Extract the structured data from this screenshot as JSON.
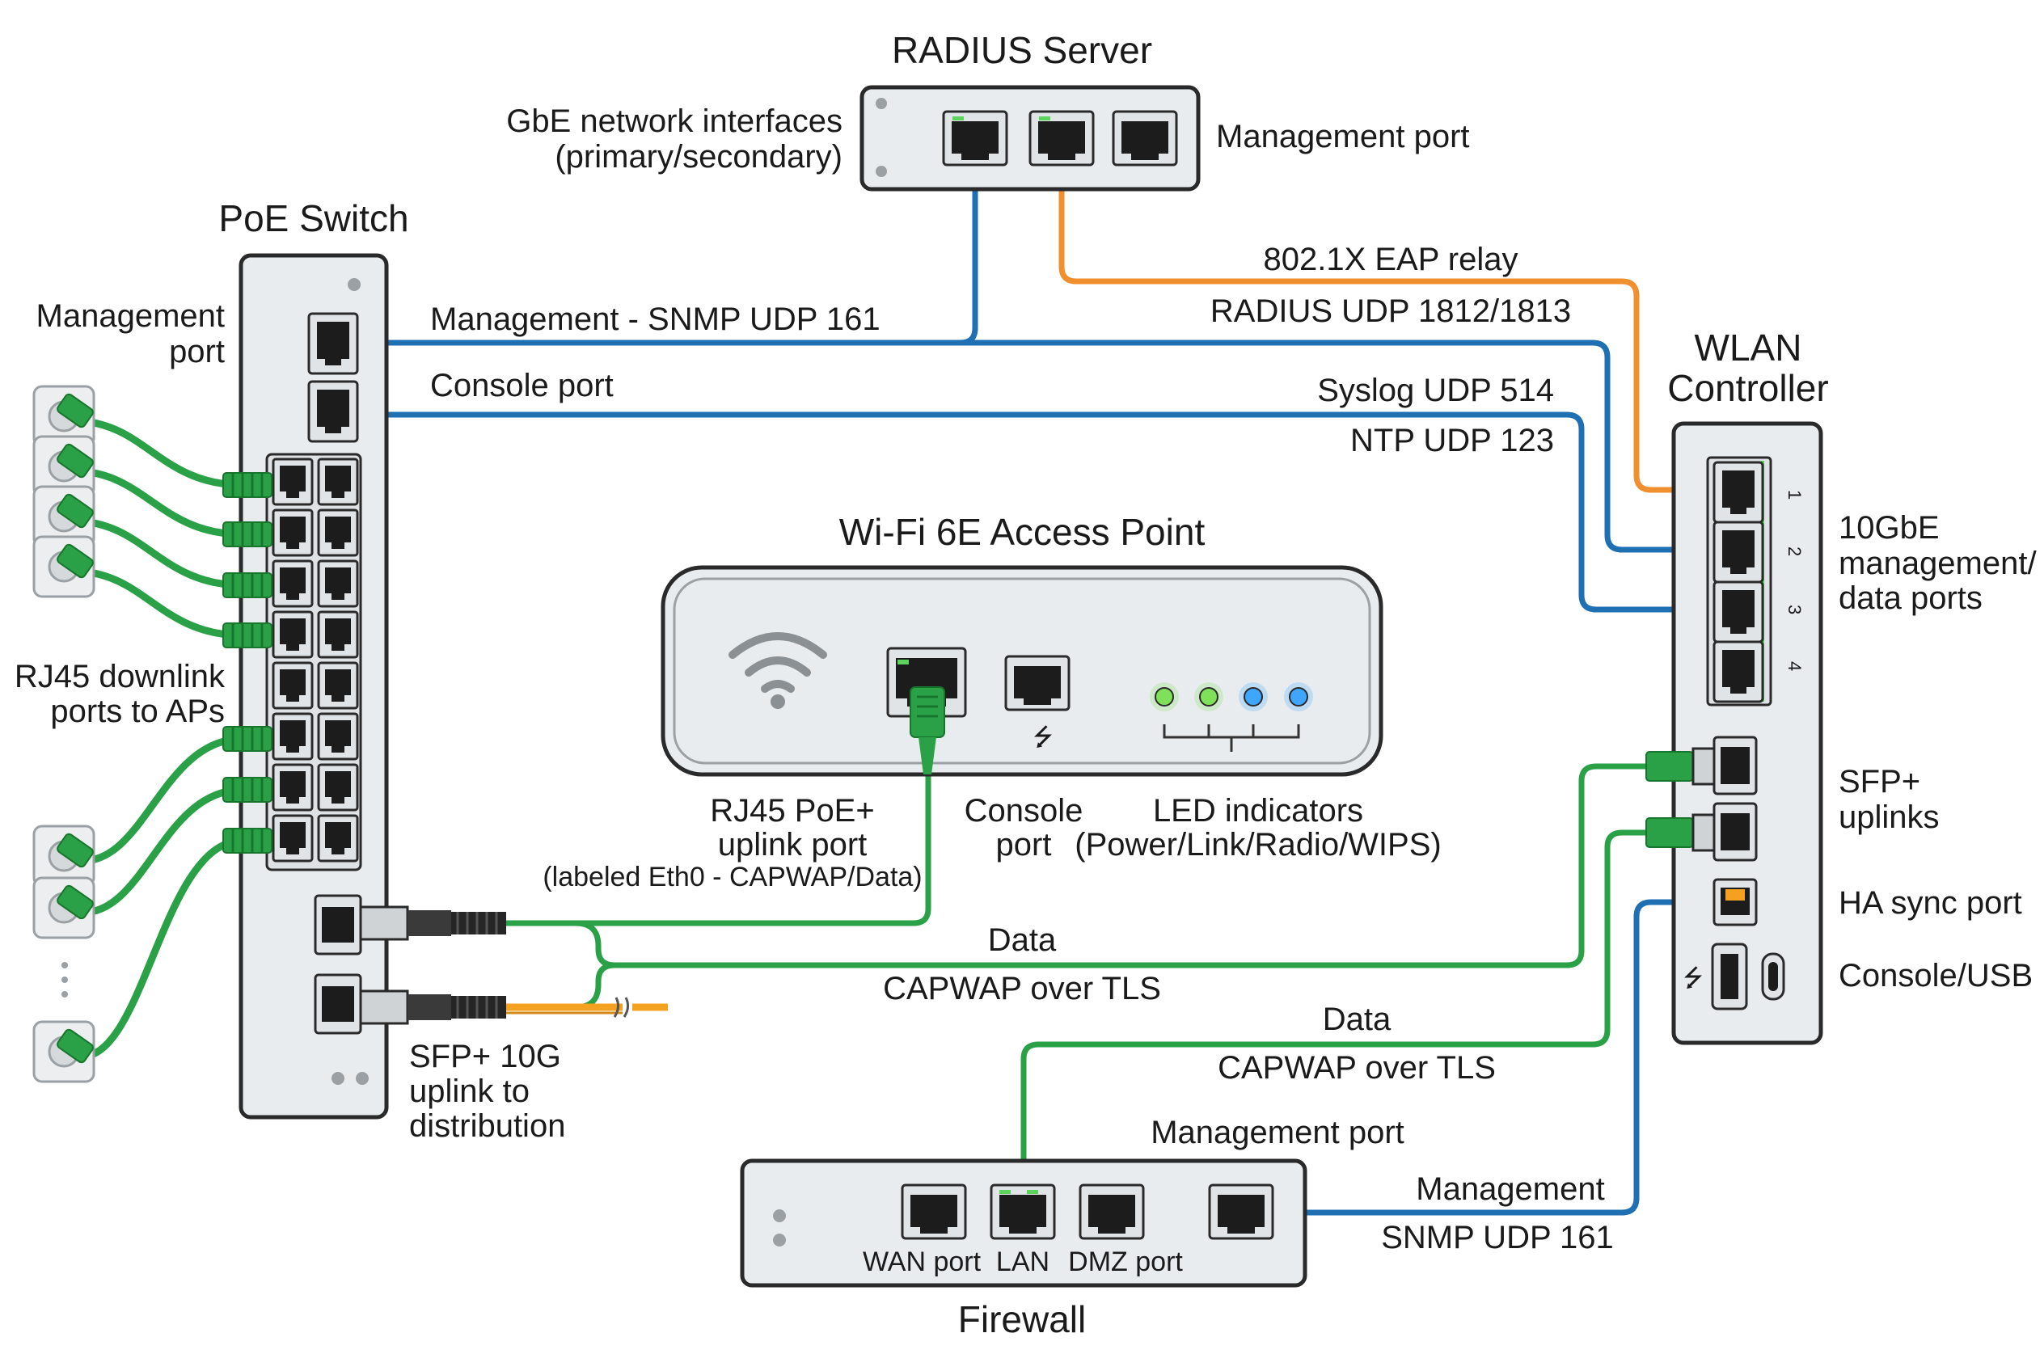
{
  "devices": {
    "radius": {
      "title": "RADIUS Server",
      "interfaces_label": [
        "GbE network interfaces",
        "(primary/secondary)"
      ],
      "management_label": "Management port"
    },
    "poe_switch": {
      "title": "PoE Switch",
      "management_label": [
        "Management",
        "port"
      ],
      "downlink_label": [
        "RJ45 downlink",
        "ports to APs"
      ],
      "sfp_label": [
        "SFP+ 10G",
        "uplink to",
        "distribution"
      ]
    },
    "wlan_controller": {
      "title": [
        "WLAN",
        "Controller"
      ],
      "ports_label": [
        "10GbE",
        "management/",
        "data ports"
      ],
      "port_numbers": [
        "1",
        "2",
        "3",
        "4"
      ],
      "sfp_label": [
        "SFP+",
        "uplinks"
      ],
      "ha_label": "HA sync port",
      "console_label": "Console/USB"
    },
    "access_point": {
      "title": "Wi-Fi 6E Access Point",
      "uplink_label": [
        "RJ45 PoE+",
        "uplink port"
      ],
      "uplink_note": "(labeled Eth0 - CAPWAP/Data)",
      "console_label": [
        "Console",
        "port"
      ],
      "led_label": [
        "LED indicators",
        "(Power/Link/Radio/WIPS)"
      ],
      "led_colors": [
        "#7fe05a",
        "#7fe05a",
        "#3ea6ff",
        "#3ea6ff"
      ]
    },
    "firewall": {
      "title": "Firewall",
      "port_labels": [
        "WAN port",
        "LAN",
        "DMZ port"
      ],
      "management_label": "Management port"
    }
  },
  "connections": {
    "switch_mgmt": "Management - SNMP UDP 161",
    "switch_console": "Console port",
    "eap_relay": "802.1X EAP relay",
    "radius_udp": "RADIUS UDP 1812/1813",
    "syslog": "Syslog UDP 514",
    "ntp": "NTP UDP 123",
    "data_1": "Data",
    "capwap_1": "CAPWAP over TLS",
    "data_2": "Data",
    "capwap_2": "CAPWAP over TLS",
    "fw_mgmt": "Management",
    "fw_snmp": "SNMP UDP 161"
  },
  "colors": {
    "management_link": "#1f6fb3",
    "radius_link": "#ef8f2e",
    "data_link": "#2aa146",
    "fiber": "#f4a020"
  }
}
